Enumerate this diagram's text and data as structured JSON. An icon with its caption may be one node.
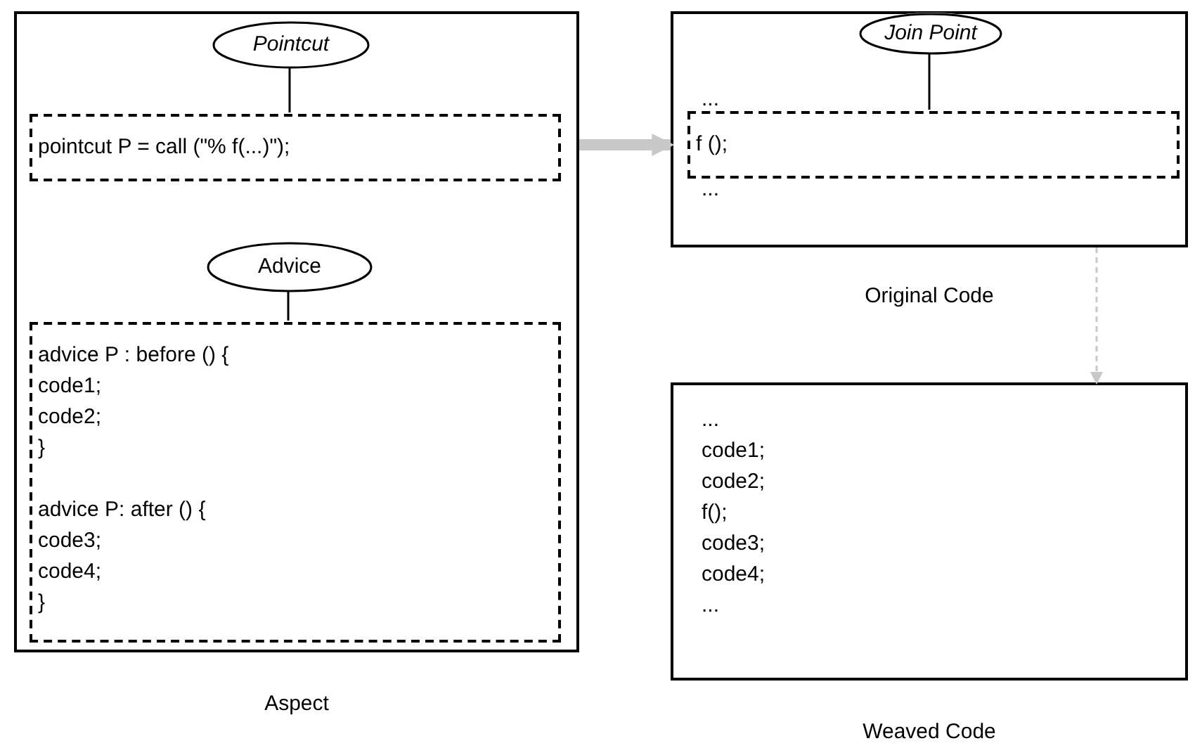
{
  "diagram": {
    "nodes": [
      {
        "text": [],
        "shape": "box",
        "beside": [
          "Aspect"
        ]
      },
      {
        "text": [
          "Pointcut"
        ],
        "in": 0
      },
      {
        "text": [
          "pointcut P = call (\"% f(...)\");"
        ],
        "in": 0
      },
      {
        "text": [
          "Advice"
        ],
        "in": 0
      },
      {
        "text": [
          "advice P : before () {",
          "code1;",
          "code2;",
          "}",
          "advice P: after () {",
          "code3;",
          "code4;",
          "}"
        ],
        "in": 0
      },
      {
        "text": [
          "...",
          "..."
        ],
        "beside": [
          "Original Code"
        ]
      },
      {
        "text": [
          "Join Point"
        ],
        "in": 5
      },
      {
        "text": [
          "f ();"
        ],
        "in": 5
      },
      {
        "text": [
          "...",
          "code1;",
          "code2;",
          "f();",
          "code3;",
          "code4;",
          "..."
        ],
        "beside": [
          "Weaved Code"
        ]
      }
    ],
    "edges": [
      {
        "from": 1,
        "to": 2,
        "arrow": "none"
      },
      {
        "from": 3,
        "to": 4,
        "arrow": "none"
      },
      {
        "from": 6,
        "to": 7,
        "arrow": "none"
      },
      {
        "from": 0,
        "to": 5,
        "arrow": "to",
        "style": "thick",
        "color": "#c8c8c8"
      },
      {
        "from": 5,
        "to": 8,
        "arrow": "to",
        "style": "dashed",
        "color": "#c8c8c8"
      }
    ]
  }
}
